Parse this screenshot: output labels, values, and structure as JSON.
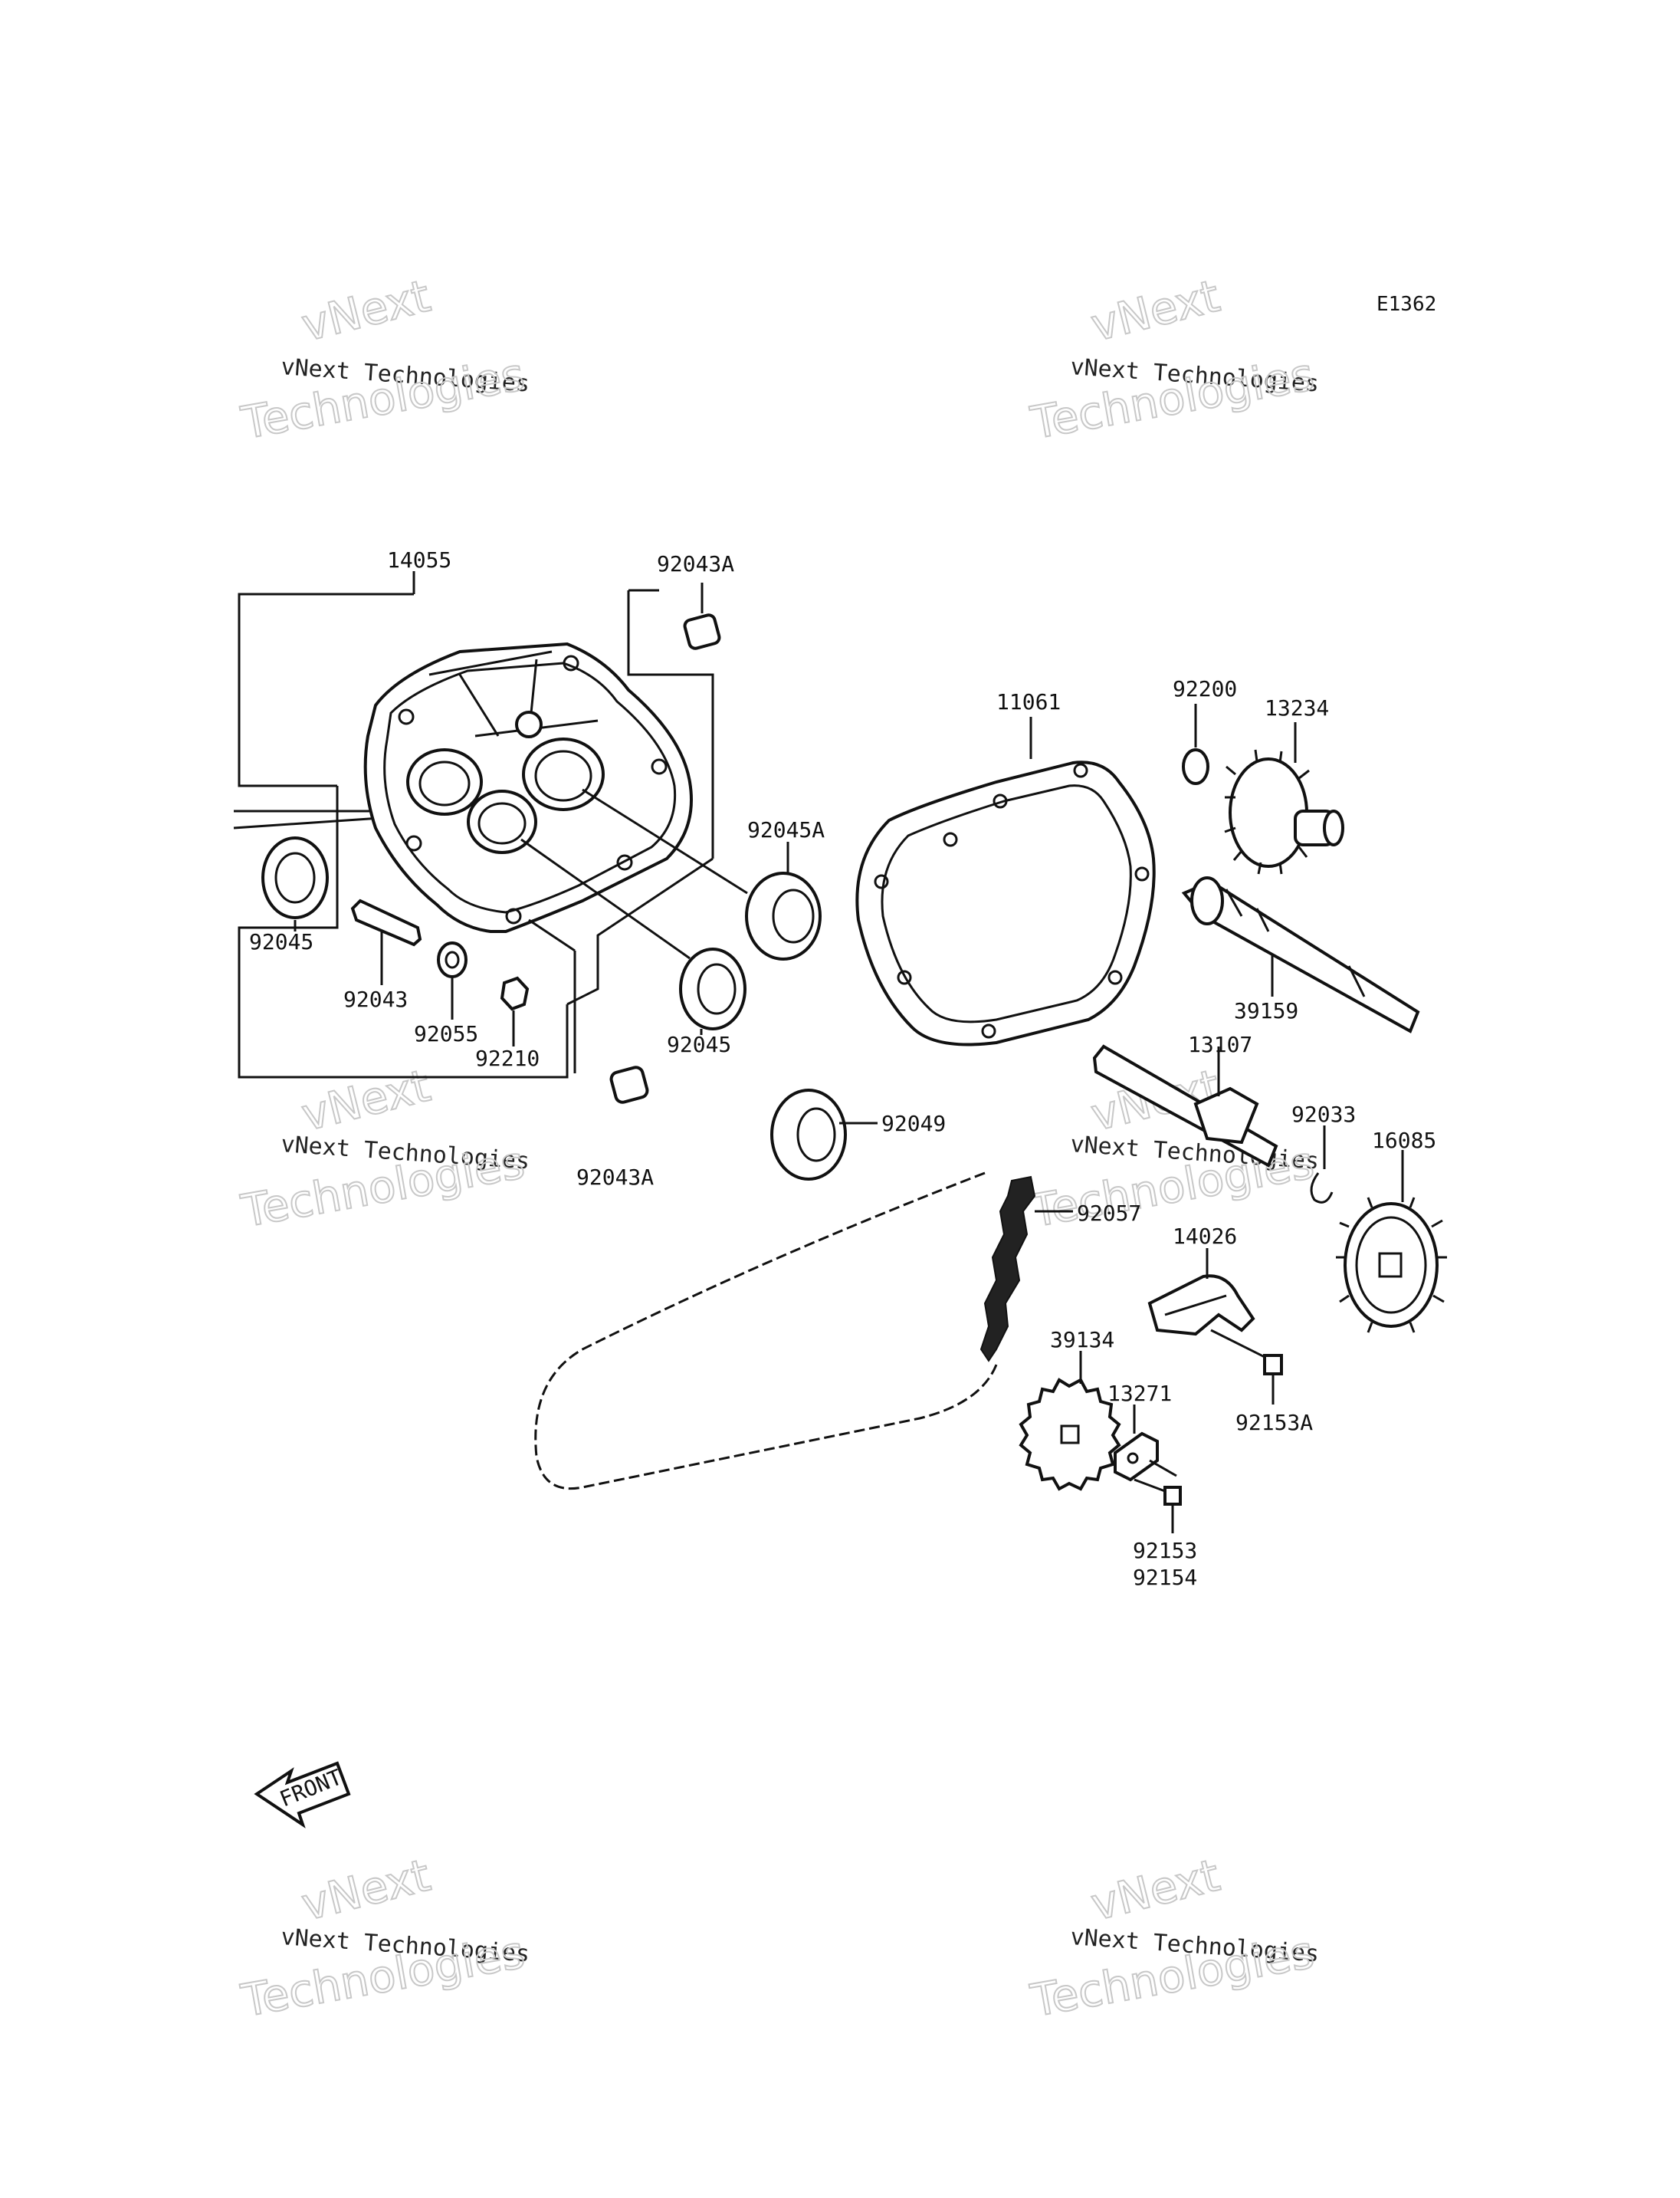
{
  "diagram_code": "E1362",
  "watermark": {
    "line1": "vNext Technologies",
    "line2": "vNext",
    "line3": "Technologies"
  },
  "front_label": "FRONT",
  "labels": {
    "p14055": "14055",
    "p92043A_top": "92043A",
    "p92045_left": "92045",
    "p92043": "92043",
    "p92055": "92055",
    "p92210": "92210",
    "p92043A_bottom": "92043A",
    "p92045A": "92045A",
    "p92045_center": "92045",
    "p11061": "11061",
    "p92200": "92200",
    "p13234": "13234",
    "p39159": "39159",
    "p13107": "13107",
    "p92033": "92033",
    "p16085": "16085",
    "p92049": "92049",
    "p92057": "92057",
    "p14026": "14026",
    "p39134": "39134",
    "p13271": "13271",
    "p92153A": "92153A",
    "p92153": "92153",
    "p92154": "92154"
  },
  "colors": {
    "line": "#111111",
    "background": "#ffffff",
    "watermark": "#c8c8c8"
  }
}
